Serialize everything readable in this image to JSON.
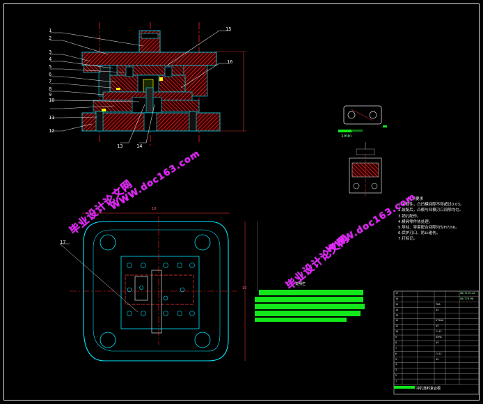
{
  "part_numbers": [
    "1",
    "2",
    "3",
    "4",
    "5",
    "6",
    "7",
    "8",
    "9",
    "10",
    "11",
    "12",
    "13",
    "14",
    "15",
    "16",
    "17"
  ],
  "detail_scale": "1min",
  "plan_dims": {
    "top": "10",
    "right": "10"
  },
  "tech_notes": {
    "title": "技术要求",
    "items": [
      "1.冲裁件，凸凹模间隙不得超过0.03。",
      "2.装配后，凸模与凹模刃口间隙均匀。",
      "3.销孔配作。",
      "4.模具零件热处理。",
      "5.导柱、导套配合间隙均匀H7/h6。",
      "6.保护刃口，防止碰伤。",
      "7.打标记。"
    ]
  },
  "center_label": "说明栏",
  "green_rows": [
    "",
    "",
    "",
    "",
    ""
  ],
  "title_block": {
    "drawing_name": "冲孔落料复合模",
    "rows": [
      [
        "17",
        "",
        "",
        "GB/T119-A6"
      ],
      [
        "16",
        "",
        "",
        "GB/T70-M8"
      ],
      [
        "15",
        "",
        "T8A",
        ""
      ],
      [
        "14",
        "",
        "45",
        ""
      ],
      [
        "13",
        "",
        "",
        ""
      ],
      [
        "12",
        "",
        "HT200",
        ""
      ],
      [
        "11",
        "",
        "45",
        ""
      ],
      [
        "10",
        "",
        "Cr12",
        ""
      ],
      [
        "9",
        "",
        "65Mn",
        ""
      ],
      [
        "8",
        "",
        "45",
        ""
      ],
      [
        "7",
        "",
        "",
        ""
      ],
      [
        "6",
        "",
        "Cr12",
        ""
      ],
      [
        "5",
        "",
        "45",
        ""
      ],
      [
        "4",
        "",
        "",
        ""
      ],
      [
        "3",
        "",
        "",
        ""
      ],
      [
        "2",
        "",
        "",
        ""
      ],
      [
        "1",
        "",
        "",
        ""
      ]
    ]
  },
  "watermarks": [
    {
      "main": "毕业设计论文网",
      "sub": "WWW.doc163.com"
    },
    {
      "main": "毕业设计论文网",
      "sub": "WWW.doc163.com"
    }
  ],
  "colors": {
    "background": "#000000",
    "hatch": "#ff2222",
    "outline": "#00e8ff",
    "centerline": "#ff1f1f",
    "bar": "#12e81a",
    "watermark": "#e31cff",
    "leader": "#ffffff",
    "highlight": "#ffff00"
  }
}
